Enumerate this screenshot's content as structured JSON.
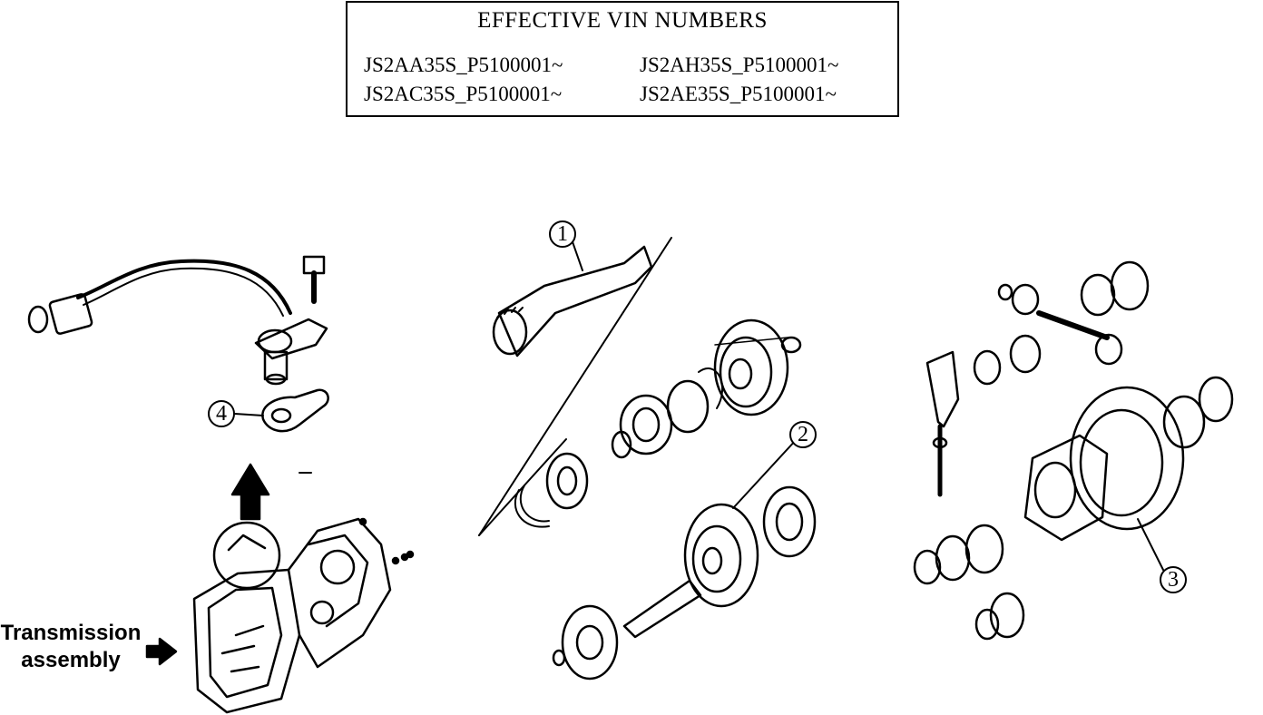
{
  "vin_box": {
    "title": "EFFECTIVE VIN NUMBERS",
    "codes": [
      "JS2AA35S_P5100001~",
      "JS2AH35S_P5100001~",
      "JS2AC35S_P5100001~",
      "JS2AE35S_P5100001~"
    ]
  },
  "callouts": [
    "1",
    "2",
    "3",
    "4"
  ],
  "labels": {
    "transmission_line1": "Transmission",
    "transmission_line2": "assembly"
  }
}
